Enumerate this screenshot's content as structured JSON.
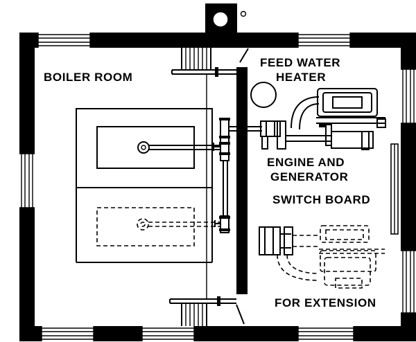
{
  "labels": {
    "boiler_room": "BOILER ROOM",
    "feed_water": "FEED WATER",
    "heater": "HEATER",
    "engine_and": "ENGINE AND",
    "generator": "GENERATOR",
    "switch_board": "SWITCH BOARD",
    "for_extension": "FOR EXTENSION"
  }
}
